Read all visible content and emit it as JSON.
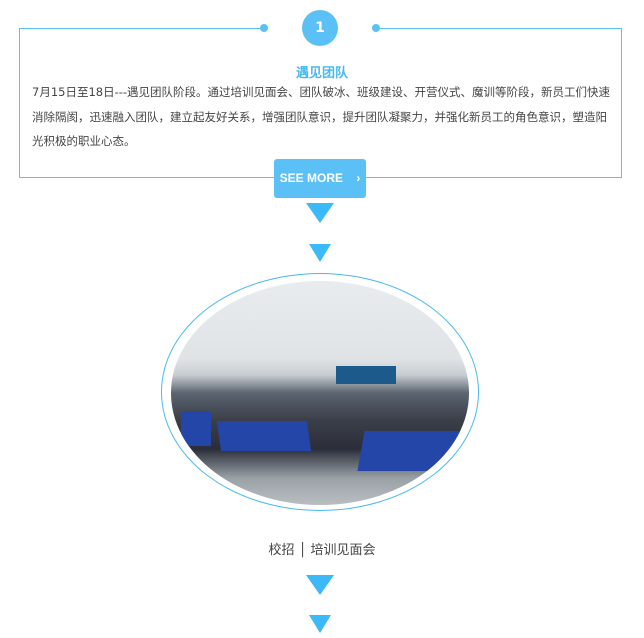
{
  "step": {
    "number": "1",
    "title": "遇见团队",
    "description": "7月15日至18日---遇见团队阶段。通过培训见面会、团队破冰、班级建设、开营仪式、魔训等阶段，新员工们快速消除隔阂，迅速融入团队，建立起友好关系，增强团队意识，提升团队凝聚力，并强化新员工的角色意识，塑造阳光积极的职业心态。",
    "button_label": "SEE MORE",
    "button_arrow": "›"
  },
  "photo": {
    "caption": "校招 │ 培训见面会"
  },
  "colors": {
    "accent": "#5bc0f5",
    "arrow": "#3cb9f7"
  }
}
